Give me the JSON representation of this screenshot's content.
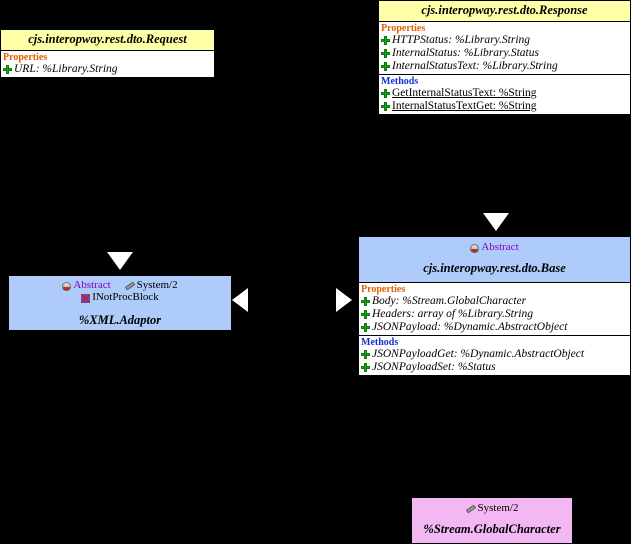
{
  "diagram": {
    "type": "uml-class-diagram",
    "background": "#000000",
    "colors": {
      "class_header_yellow": "#ffffa8",
      "class_header_blue": "#aecbfa",
      "class_header_pink": "#f3b8f3",
      "properties_label": "#e06000",
      "methods_label": "#1030d0",
      "abstract_badge": "#8000c0",
      "member_icon": "#22a422"
    }
  },
  "classes": {
    "request": {
      "title": "cjs.interopway.rest.dto.Request",
      "properties_label": "Properties",
      "properties": [
        {
          "text": "URL: %Library.String",
          "icon": "green-plus-icon"
        }
      ]
    },
    "response": {
      "title": "cjs.interopway.rest.dto.Response",
      "properties_label": "Properties",
      "properties": [
        {
          "text": "HTTPStatus: %Library.String",
          "icon": "green-plus-icon"
        },
        {
          "text": "InternalStatus: %Library.Status",
          "icon": "green-plus-icon"
        },
        {
          "text": "InternalStatusText: %Library.String",
          "icon": "green-plus-icon"
        }
      ],
      "methods_label": "Methods",
      "methods": [
        {
          "text": "GetInternalStatusText: %String",
          "icon": "green-plus-icon"
        },
        {
          "text": "InternalStatusTextGet: %String",
          "icon": "green-plus-icon"
        }
      ]
    },
    "base": {
      "badge_abstract": "Abstract",
      "title": "cjs.interopway.rest.dto.Base",
      "properties_label": "Properties",
      "properties": [
        {
          "text": "Body: %Stream.GlobalCharacter",
          "icon": "green-plus-icon"
        },
        {
          "text": "Headers: array of %Library.String",
          "icon": "green-plus-icon"
        },
        {
          "text": "JSONPayload: %Dynamic.AbstractObject",
          "icon": "green-plus-icon"
        }
      ],
      "methods_label": "Methods",
      "methods": [
        {
          "text": "JSONPayloadGet: %Dynamic.AbstractObject",
          "icon": "green-plus-icon"
        },
        {
          "text": "JSONPayloadSet: %Status",
          "icon": "green-plus-icon"
        }
      ]
    },
    "adaptor": {
      "badge_abstract": "Abstract",
      "badge_system": "System/2",
      "badge_interface": "INotProcBlock",
      "title": "%XML.Adaptor"
    },
    "stream": {
      "badge_system": "System/2",
      "title": "%Stream.GlobalCharacter"
    }
  },
  "connectors": [
    {
      "name": "request-to-adaptor",
      "glyph": "triangle-down"
    },
    {
      "name": "response-to-base",
      "glyph": "triangle-down"
    },
    {
      "name": "base-to-adaptor-left",
      "glyph": "triangle-left"
    },
    {
      "name": "adaptor-to-base-right",
      "glyph": "triangle-right"
    }
  ]
}
